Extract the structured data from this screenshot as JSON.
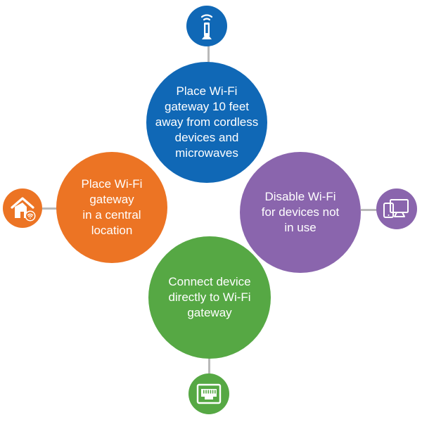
{
  "colors": {
    "blue": "#1068b6",
    "orange": "#ec7424",
    "purple": "#8a65ad",
    "green": "#56a844",
    "connector": "#b9b9b9"
  },
  "tips": {
    "top": {
      "text": "Place Wi-Fi\ngateway 10 feet\naway from cordless\ndevices and\nmicrowaves",
      "icon": "wifi-router-icon"
    },
    "left": {
      "text": "Place Wi-Fi\ngateway\nin a central\nlocation",
      "icon": "home-wifi-icon"
    },
    "right": {
      "text": "Disable Wi-Fi\nfor devices not\nin use",
      "icon": "devices-icon"
    },
    "bottom": {
      "text": "Connect device\ndirectly to Wi-Fi\ngateway",
      "icon": "ethernet-port-icon"
    }
  }
}
